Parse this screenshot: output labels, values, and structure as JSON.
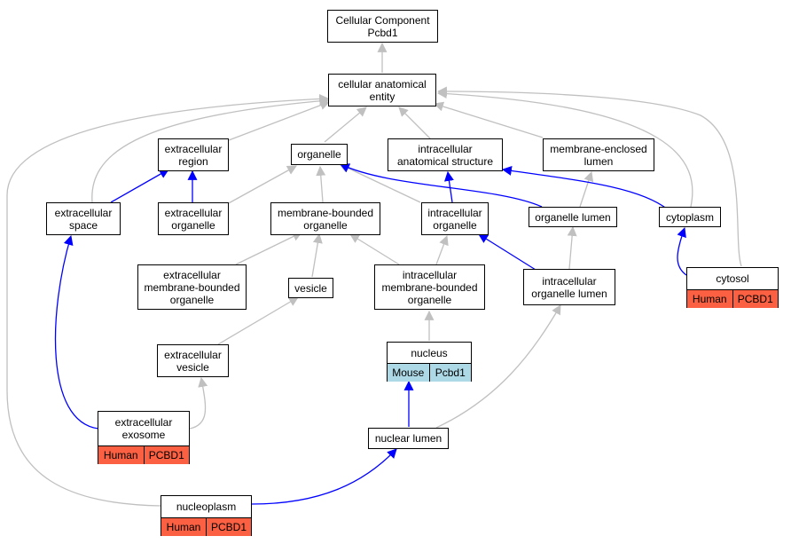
{
  "colors": {
    "gray_edge": "#c0c0c0",
    "blue_edge": "#0000ff",
    "human": "#fa6041",
    "mouse": "#add8e6"
  },
  "nodes": {
    "root": "Cellular Component\nPcbd1",
    "cae": "cellular anatomical\nentity",
    "ecr": "extracellular\nregion",
    "org": "organelle",
    "ias": "intracellular\nanatomical structure",
    "mel": "membrane-enclosed\nlumen",
    "ecs": "extracellular\nspace",
    "eco": "extracellular\norganelle",
    "mbo": "membrane-bounded\norganelle",
    "ico": "intracellular\norganelle",
    "orl": "organelle lumen",
    "cyp": "cytoplasm",
    "embo": "extracellular\nmembrane-bounded\norganelle",
    "ves": "vesicle",
    "imbo": "intracellular\nmembrane-bounded\norganelle",
    "iol": "intracellular\norganelle lumen",
    "cyt": "cytosol",
    "cyt_sp": "Human",
    "cyt_gene": "PCBD1",
    "exv": "extracellular\nvesicle",
    "nuc": "nucleus",
    "nuc_sp": "Mouse",
    "nuc_gene": "Pcbd1",
    "exo": "extracellular\nexosome",
    "exo_sp": "Human",
    "exo_gene": "PCBD1",
    "nul": "nuclear lumen",
    "nup": "nucleoplasm",
    "nup_sp": "Human",
    "nup_gene": "PCBD1"
  }
}
